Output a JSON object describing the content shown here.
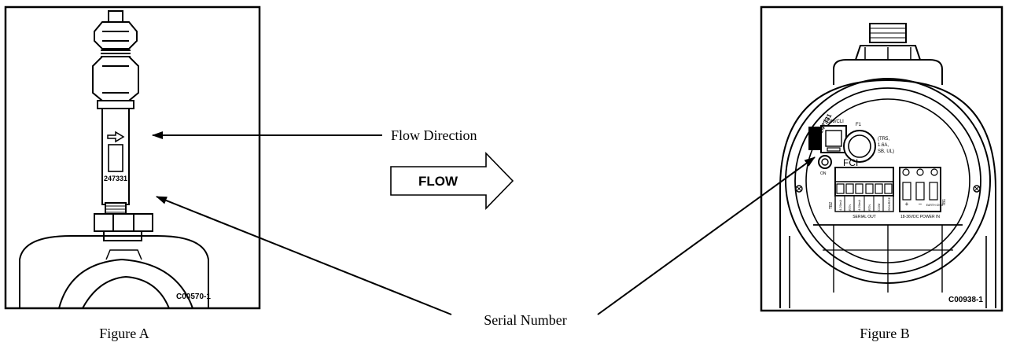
{
  "figure_a": {
    "caption": "Figure A",
    "drawing_code": "C00570-1",
    "serial_number": "247331"
  },
  "figure_b": {
    "caption": "Figure B",
    "drawing_code": "C00938-1",
    "serial_label": "S/N",
    "serial_number": "247331",
    "brand": "FCI",
    "connector_label": "FC88/CLI",
    "fuse_label": "F1",
    "fuse_rating": [
      "(TR5,",
      "1.6A,",
      "SB, UL)"
    ],
    "led_label": "ON",
    "tb2_label": "TB2",
    "tb1_label": "TB1",
    "tb2_terminals": [
      "4-20mA",
      "RTN",
      "4-20mA",
      "RTN",
      "COM",
      "SOURCE"
    ],
    "tb2_caption": "SERIAL OUT",
    "tb1_terminals": [
      "+",
      "−",
      "EARTH GND"
    ],
    "tb1_caption": "18-36VDC POWER IN"
  },
  "callouts": {
    "flow_direction": "Flow Direction",
    "serial_number": "Serial Number"
  },
  "flow_arrow": {
    "label": "FLOW"
  }
}
